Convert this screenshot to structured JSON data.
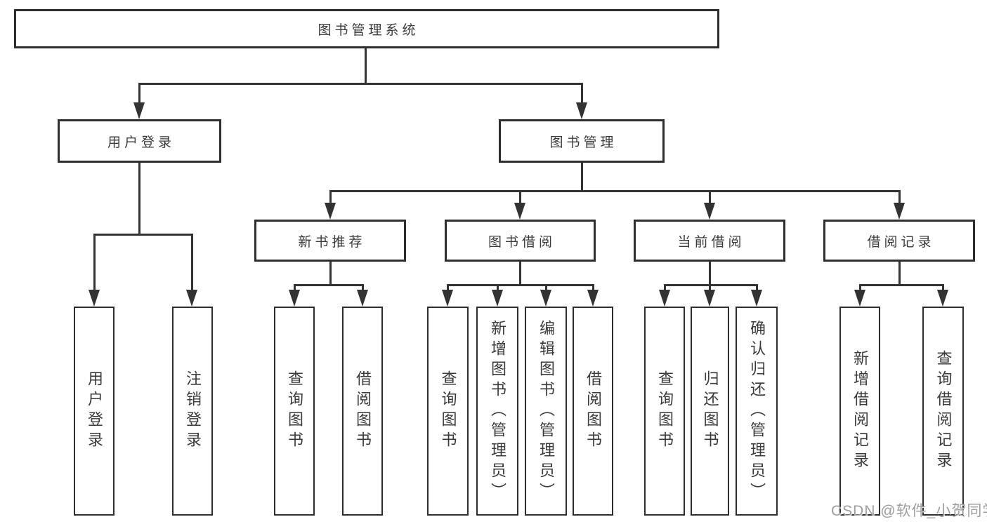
{
  "diagram": {
    "type": "hierarchy-tree",
    "nodes": {
      "root": "图书管理系统",
      "user_login": "用户登录",
      "book_mgmt": "图书管理",
      "new_book_rec": "新书推荐",
      "book_borrow": "图书借阅",
      "current_borrow": "当前借阅",
      "borrow_records": "借阅记录",
      "ul_login": "用户登录",
      "ul_logout": "注销登录",
      "nbr_query": "查询图书",
      "nbr_borrow": "借阅图书",
      "bb_query": "查询图书",
      "bb_add": "新增图书（管理员）",
      "bb_edit": "编辑图书（管理员）",
      "bb_borrow": "借阅图书",
      "cb_query": "查询图书",
      "cb_return": "归还图书",
      "cb_confirm": "确认归还（管理员）",
      "br_add": "新增借阅记录",
      "br_query": "查询借阅记录"
    },
    "edges": [
      [
        "root",
        "user_login"
      ],
      [
        "root",
        "book_mgmt"
      ],
      [
        "user_login",
        "ul_login"
      ],
      [
        "user_login",
        "ul_logout"
      ],
      [
        "book_mgmt",
        "new_book_rec"
      ],
      [
        "book_mgmt",
        "book_borrow"
      ],
      [
        "book_mgmt",
        "current_borrow"
      ],
      [
        "book_mgmt",
        "borrow_records"
      ],
      [
        "new_book_rec",
        "nbr_query"
      ],
      [
        "new_book_rec",
        "nbr_borrow"
      ],
      [
        "book_borrow",
        "bb_query"
      ],
      [
        "book_borrow",
        "bb_add"
      ],
      [
        "book_borrow",
        "bb_edit"
      ],
      [
        "book_borrow",
        "bb_borrow"
      ],
      [
        "current_borrow",
        "cb_query"
      ],
      [
        "current_borrow",
        "cb_return"
      ],
      [
        "current_borrow",
        "cb_confirm"
      ],
      [
        "borrow_records",
        "br_add"
      ],
      [
        "borrow_records",
        "br_query"
      ]
    ],
    "colors": {
      "line": "#333333",
      "box_border": "#2e2e2e",
      "text": "#3a3a3a",
      "watermark_text": "#9e9e9e",
      "background": "#ffffff"
    }
  },
  "watermark": "CSDN @软件_小贺同学"
}
